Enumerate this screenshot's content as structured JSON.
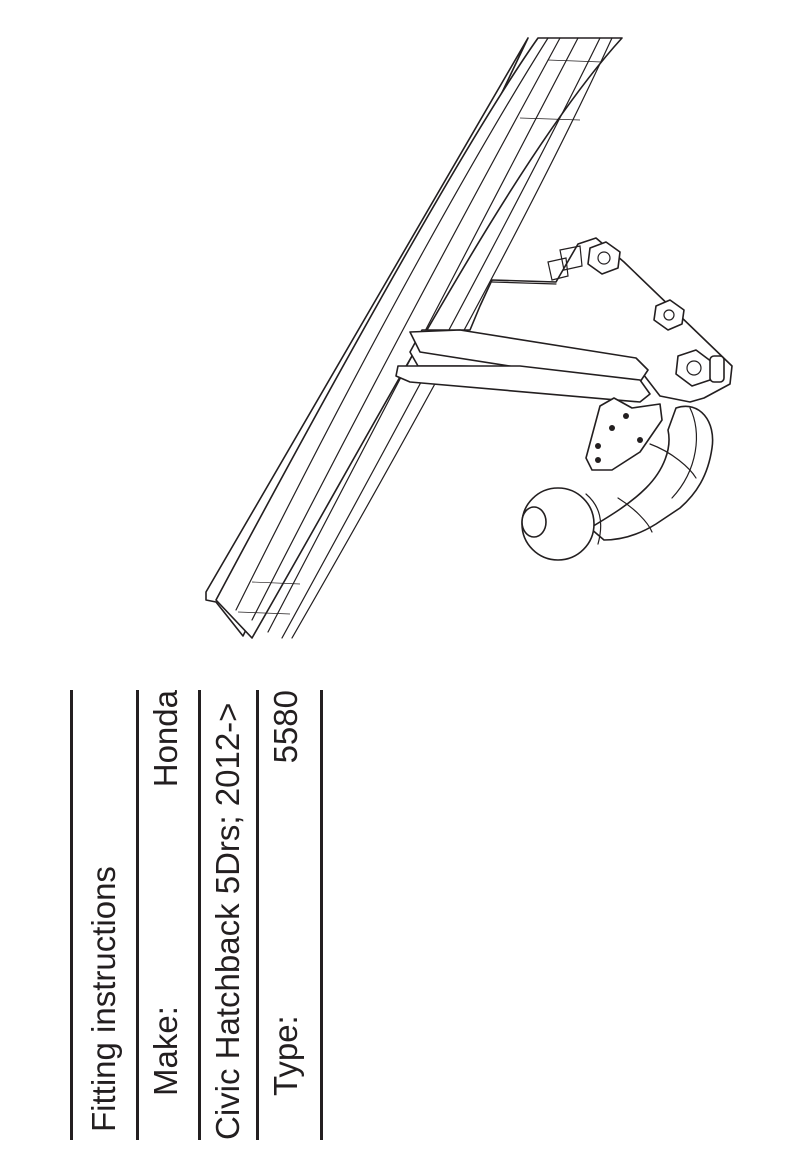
{
  "title_block": {
    "title": "Fitting instructions",
    "make_label": "Make:",
    "make_value": "Honda",
    "model": "Civic Hatchback 5Drs; 2012->",
    "type_label": "Type:",
    "type_value": "5580"
  },
  "drawing": {
    "subject": "tow-bar assembly mounted on bumper beam",
    "line_color": "#231f20"
  }
}
